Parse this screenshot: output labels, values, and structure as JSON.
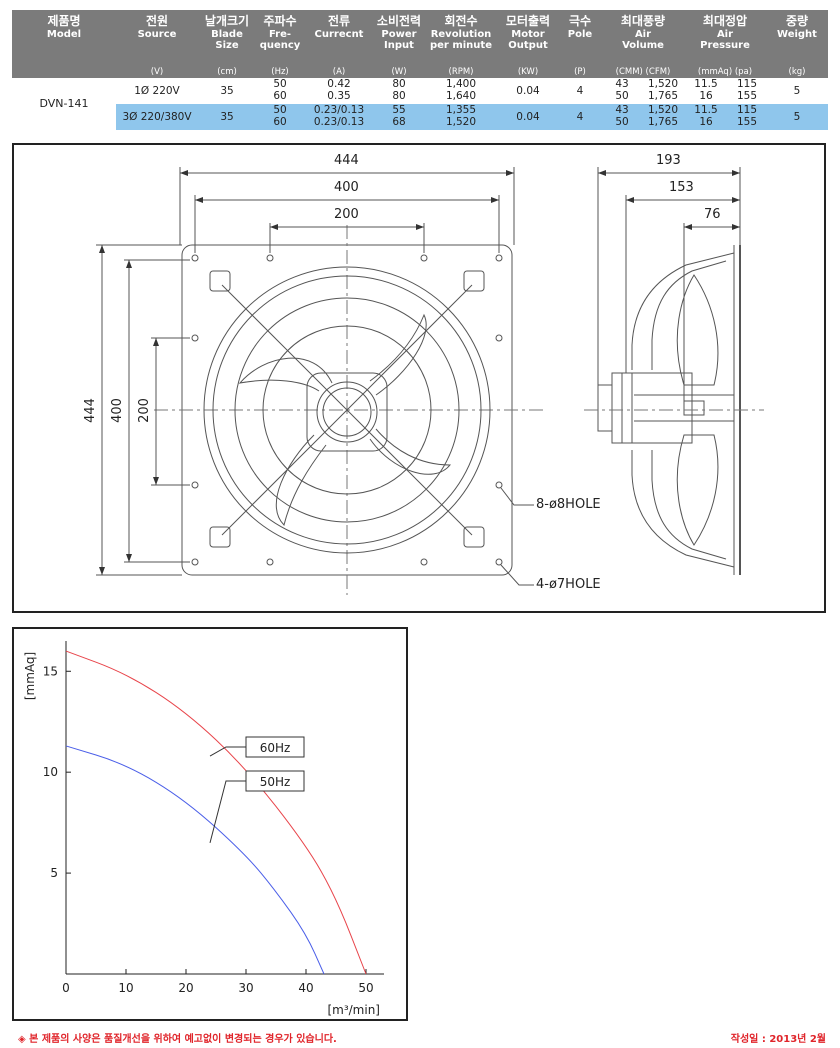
{
  "table": {
    "headers": [
      {
        "ko": "제품명",
        "en": [
          "Model"
        ],
        "unit": ""
      },
      {
        "ko": "전원",
        "en": [
          "Source"
        ],
        "unit": "(V)"
      },
      {
        "ko": "날개크기",
        "en": [
          "Blade",
          "Size"
        ],
        "unit": "(cm)"
      },
      {
        "ko": "주파수",
        "en": [
          "Fre-",
          "quency"
        ],
        "unit": "(Hz)"
      },
      {
        "ko": "전류",
        "en": [
          "Currecnt"
        ],
        "unit": "(A)"
      },
      {
        "ko": "소비전력",
        "en": [
          "Power",
          "Input"
        ],
        "unit": "(W)"
      },
      {
        "ko": "회전수",
        "en": [
          "Revolution",
          "per minute"
        ],
        "unit": "(RPM)"
      },
      {
        "ko": "모터출력",
        "en": [
          "Motor",
          "Output"
        ],
        "unit": "(KW)"
      },
      {
        "ko": "극수",
        "en": [
          "Pole"
        ],
        "unit": "(P)"
      },
      {
        "ko": "최대풍량",
        "en": [
          "Air",
          "Volume"
        ],
        "unit": "(CMM)    (CFM)"
      },
      {
        "ko": "최대정압",
        "en": [
          "Air",
          "Pressure"
        ],
        "unit": "(mmAq)    (pa)"
      },
      {
        "ko": "중량",
        "en": [
          "Weight"
        ],
        "unit": "(kg)"
      }
    ],
    "model": "DVN-141",
    "rows": [
      {
        "source": "1Ø 220V",
        "blade": "35",
        "freq": [
          "50",
          "60"
        ],
        "current": [
          "0.42",
          "0.35"
        ],
        "power": [
          "80",
          "80"
        ],
        "rpm": [
          "1,400",
          "1,640"
        ],
        "output": "0.04",
        "pole": "4",
        "cmm": [
          "43",
          "50"
        ],
        "cfm": [
          "1,520",
          "1,765"
        ],
        "mmaq": [
          "11.5",
          "16"
        ],
        "pa": [
          "115",
          "155"
        ],
        "weight": "5"
      },
      {
        "source": "3Ø 220/380V",
        "blade": "35",
        "freq": [
          "50",
          "60"
        ],
        "current": [
          "0.23/0.13",
          "0.23/0.13"
        ],
        "power": [
          "55",
          "68"
        ],
        "rpm": [
          "1,355",
          "1,520"
        ],
        "output": "0.04",
        "pole": "4",
        "cmm": [
          "43",
          "50"
        ],
        "cfm": [
          "1,520",
          "1,765"
        ],
        "mmaq": [
          "11.5",
          "16"
        ],
        "pa": [
          "115",
          "155"
        ],
        "weight": "5"
      }
    ]
  },
  "drawing": {
    "front_dims": {
      "outer": "444",
      "bolt": "400",
      "inner": "200"
    },
    "side_dims": {
      "total": "193",
      "mid": "153",
      "shaft": "76"
    },
    "holes": {
      "a": "8-ø8HOLE",
      "b": "4-ø7HOLE"
    }
  },
  "chart_data": {
    "type": "line",
    "xlabel": "[m³/min]",
    "ylabel": "[mmAq]",
    "xlim": [
      0,
      53
    ],
    "ylim": [
      0,
      16.5
    ],
    "xticks": [
      "0",
      "10",
      "20",
      "30",
      "40",
      "50"
    ],
    "yticks": [
      "5",
      "10",
      "15"
    ],
    "series": [
      {
        "name": "60Hz",
        "color": "#e8444a",
        "x": [
          0,
          10,
          20,
          30,
          40,
          45,
          50
        ],
        "y": [
          16.0,
          14.9,
          13.0,
          10.2,
          6.4,
          3.8,
          0
        ]
      },
      {
        "name": "50Hz",
        "color": "#4a5ee8",
        "x": [
          0,
          10,
          20,
          30,
          35,
          40,
          43
        ],
        "y": [
          11.3,
          10.4,
          8.6,
          5.9,
          4.1,
          2.0,
          0
        ]
      }
    ]
  },
  "footer": {
    "note": "◈ 본 제품의 사양은 품질개선을 위하여 예고없이 변경되는 경우가 있습니다.",
    "date": "작성일 : 2013년 2월"
  }
}
